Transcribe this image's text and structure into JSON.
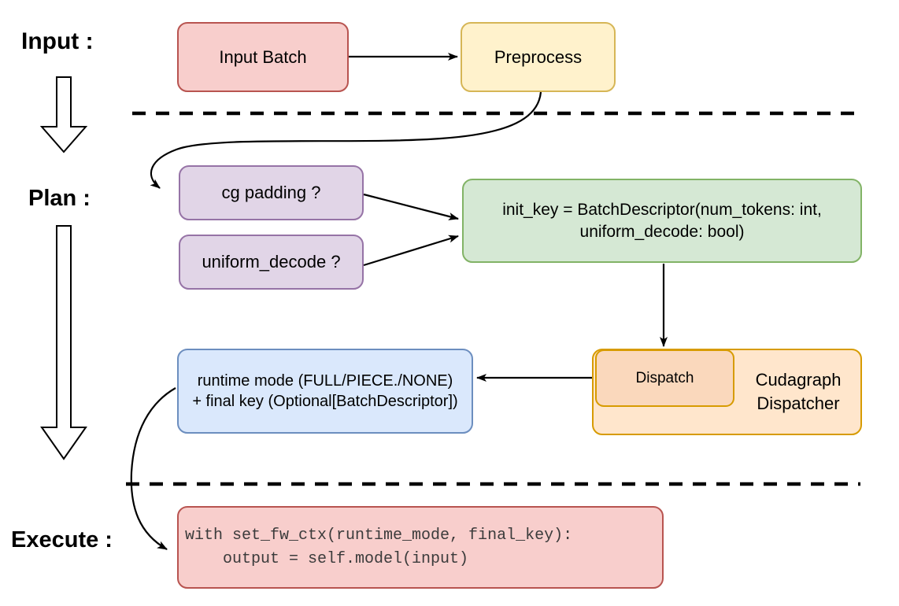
{
  "stage_labels": {
    "input": "Input :",
    "plan": "Plan :",
    "execute": "Execute :"
  },
  "nodes": {
    "input_batch": {
      "label": "Input Batch"
    },
    "preprocess": {
      "label": "Preprocess"
    },
    "cg_padding": {
      "label": "cg padding ?"
    },
    "uniform_decode": {
      "label": "uniform_decode ?"
    },
    "init_key": {
      "line1": "init_key = BatchDescriptor(num_tokens: int,",
      "line2": "uniform_decode: bool)"
    },
    "dispatch": {
      "label": "Dispatch"
    },
    "cudagraph_dispatcher": {
      "line1": "Cudagraph",
      "line2": "Dispatcher"
    },
    "runtime_mode": {
      "line1": "runtime mode (FULL/PIECE./NONE)",
      "line2": "+ final key (Optional[BatchDescriptor])"
    },
    "execute_code": {
      "line1": "with set_fw_ctx(runtime_mode, final_key):",
      "line2": "    output = self.model(input)"
    }
  },
  "palette": {
    "red_fill": "#F8CECC",
    "red_stroke": "#B85450",
    "yellow_fill": "#FFF2CC",
    "yellow_stroke": "#D6B656",
    "purple_fill": "#E1D5E7",
    "purple_stroke": "#9673A6",
    "green_fill": "#D5E8D4",
    "green_stroke": "#82B366",
    "blue_fill": "#DAE8FC",
    "blue_stroke": "#6C8EBF",
    "orange_fill": "#FFE6CC",
    "orange_stroke": "#D79B00",
    "dispatch_inner_fill": "#FAD8BC",
    "line_color": "#000000"
  }
}
